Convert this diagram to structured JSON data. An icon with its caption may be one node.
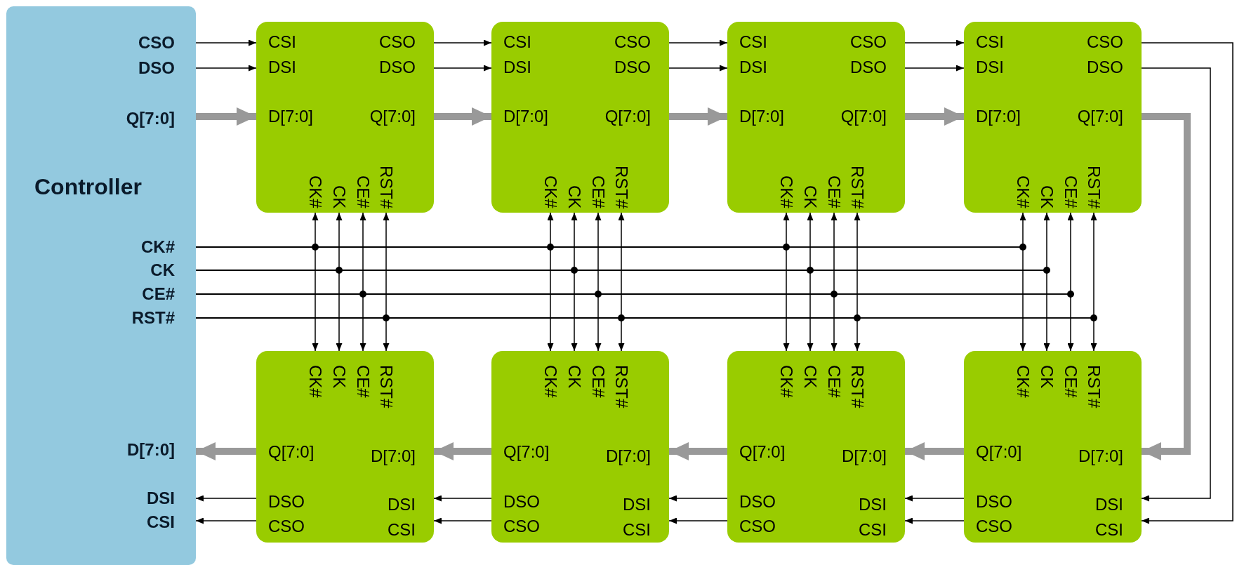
{
  "diagram": {
    "nodes": [
      {
        "text": [
          "CSO",
          "DSO",
          "Q[7:0]",
          "Controller",
          "CK#",
          "CK",
          "CE#",
          "RST#",
          "D[7:0]",
          "DSI",
          "CSI"
        ]
      },
      {
        "text": [
          "CSI",
          "CSO",
          "DSI",
          "DSO",
          "D[7:0]",
          "Q[7:0]",
          "CK#",
          "CK",
          "CE#",
          "RST#"
        ]
      },
      {
        "text": [
          "CSI",
          "CSO",
          "DSI",
          "DSO",
          "D[7:0]",
          "Q[7:0]",
          "CK#",
          "CK",
          "CE#",
          "RST#"
        ]
      },
      {
        "text": [
          "CSI",
          "CSO",
          "DSI",
          "DSO",
          "D[7:0]",
          "Q[7:0]",
          "CK#",
          "CK",
          "CE#",
          "RST#"
        ]
      },
      {
        "text": [
          "CSI",
          "CSO",
          "DSI",
          "DSO",
          "D[7:0]",
          "Q[7:0]",
          "CK#",
          "CK",
          "CE#",
          "RST#"
        ]
      },
      {
        "text": [
          "CK#",
          "CK",
          "CE#",
          "RST#",
          "Q[7:0]",
          "D[7:0]",
          "DSO",
          "DSI",
          "CSO",
          "CSI"
        ]
      },
      {
        "text": [
          "CK#",
          "CK",
          "CE#",
          "RST#",
          "Q[7:0]",
          "D[7:0]",
          "DSO",
          "DSI",
          "CSO",
          "CSI"
        ]
      },
      {
        "text": [
          "CK#",
          "CK",
          "CE#",
          "RST#",
          "Q[7:0]",
          "D[7:0]",
          "DSO",
          "DSI",
          "CSO",
          "CSI"
        ]
      },
      {
        "text": [
          "CK#",
          "CK",
          "CE#",
          "RST#",
          "Q[7:0]",
          "D[7:0]",
          "DSO",
          "DSI",
          "CSO",
          "CSI"
        ]
      }
    ],
    "edges": [
      {
        "from": 0,
        "to": 1,
        "arrow": "to"
      },
      {
        "from": 1,
        "to": 2,
        "arrow": "to"
      },
      {
        "from": 2,
        "to": 3,
        "arrow": "to"
      },
      {
        "from": 3,
        "to": 4,
        "arrow": "to"
      },
      {
        "from": 4,
        "to": 8,
        "arrow": "to"
      },
      {
        "from": 8,
        "to": 7,
        "arrow": "to"
      },
      {
        "from": 7,
        "to": 6,
        "arrow": "to"
      },
      {
        "from": 6,
        "to": 5,
        "arrow": "to"
      },
      {
        "from": 5,
        "to": 0,
        "arrow": "to"
      },
      {
        "from": 0,
        "to": 1,
        "arrow": "to"
      },
      {
        "from": 1,
        "to": 2,
        "arrow": "to"
      },
      {
        "from": 2,
        "to": 3,
        "arrow": "to"
      },
      {
        "from": 3,
        "to": 4,
        "arrow": "to"
      },
      {
        "from": 4,
        "to": 8,
        "arrow": "to"
      },
      {
        "from": 8,
        "to": 7,
        "arrow": "to"
      },
      {
        "from": 7,
        "to": 6,
        "arrow": "to"
      },
      {
        "from": 6,
        "to": 5,
        "arrow": "to"
      },
      {
        "from": 5,
        "to": 0,
        "arrow": "to"
      },
      {
        "from": 0,
        "to": 1,
        "arrow": "to",
        "style": "thick",
        "color": "#999999"
      },
      {
        "from": 1,
        "to": 2,
        "arrow": "to",
        "style": "thick",
        "color": "#999999"
      },
      {
        "from": 2,
        "to": 3,
        "arrow": "to",
        "style": "thick",
        "color": "#999999"
      },
      {
        "from": 3,
        "to": 4,
        "arrow": "to",
        "style": "thick",
        "color": "#999999"
      },
      {
        "from": 4,
        "to": 8,
        "arrow": "to",
        "style": "thick",
        "color": "#999999"
      },
      {
        "from": 8,
        "to": 7,
        "arrow": "to",
        "style": "thick",
        "color": "#999999"
      },
      {
        "from": 7,
        "to": 6,
        "arrow": "to",
        "style": "thick",
        "color": "#999999"
      },
      {
        "from": 6,
        "to": 5,
        "arrow": "to",
        "style": "thick",
        "color": "#999999"
      },
      {
        "from": 5,
        "to": 0,
        "arrow": "to",
        "style": "thick",
        "color": "#999999"
      },
      {
        "from": 0,
        "to": 1,
        "arrow": "to"
      },
      {
        "from": 0,
        "to": 5,
        "arrow": "to"
      },
      {
        "from": 0,
        "to": 2,
        "arrow": "to"
      },
      {
        "from": 0,
        "to": 6,
        "arrow": "to"
      },
      {
        "from": 0,
        "to": 3,
        "arrow": "to"
      },
      {
        "from": 0,
        "to": 7,
        "arrow": "to"
      },
      {
        "from": 0,
        "to": 4,
        "arrow": "to"
      },
      {
        "from": 0,
        "to": 8,
        "arrow": "to"
      },
      {
        "from": 0,
        "to": 1,
        "arrow": "to"
      },
      {
        "from": 0,
        "to": 5,
        "arrow": "to"
      },
      {
        "from": 0,
        "to": 2,
        "arrow": "to"
      },
      {
        "from": 0,
        "to": 6,
        "arrow": "to"
      },
      {
        "from": 0,
        "to": 3,
        "arrow": "to"
      },
      {
        "from": 0,
        "to": 7,
        "arrow": "to"
      },
      {
        "from": 0,
        "to": 4,
        "arrow": "to"
      },
      {
        "from": 0,
        "to": 8,
        "arrow": "to"
      },
      {
        "from": 0,
        "to": 1,
        "arrow": "to"
      },
      {
        "from": 0,
        "to": 5,
        "arrow": "to"
      },
      {
        "from": 0,
        "to": 2,
        "arrow": "to"
      },
      {
        "from": 0,
        "to": 6,
        "arrow": "to"
      },
      {
        "from": 0,
        "to": 3,
        "arrow": "to"
      },
      {
        "from": 0,
        "to": 7,
        "arrow": "to"
      },
      {
        "from": 0,
        "to": 4,
        "arrow": "to"
      },
      {
        "from": 0,
        "to": 8,
        "arrow": "to"
      },
      {
        "from": 0,
        "to": 1,
        "arrow": "to"
      },
      {
        "from": 0,
        "to": 5,
        "arrow": "to"
      },
      {
        "from": 0,
        "to": 2,
        "arrow": "to"
      },
      {
        "from": 0,
        "to": 6,
        "arrow": "to"
      },
      {
        "from": 0,
        "to": 3,
        "arrow": "to"
      },
      {
        "from": 0,
        "to": 7,
        "arrow": "to"
      },
      {
        "from": 0,
        "to": 4,
        "arrow": "to"
      },
      {
        "from": 0,
        "to": 8,
        "arrow": "to"
      }
    ]
  }
}
